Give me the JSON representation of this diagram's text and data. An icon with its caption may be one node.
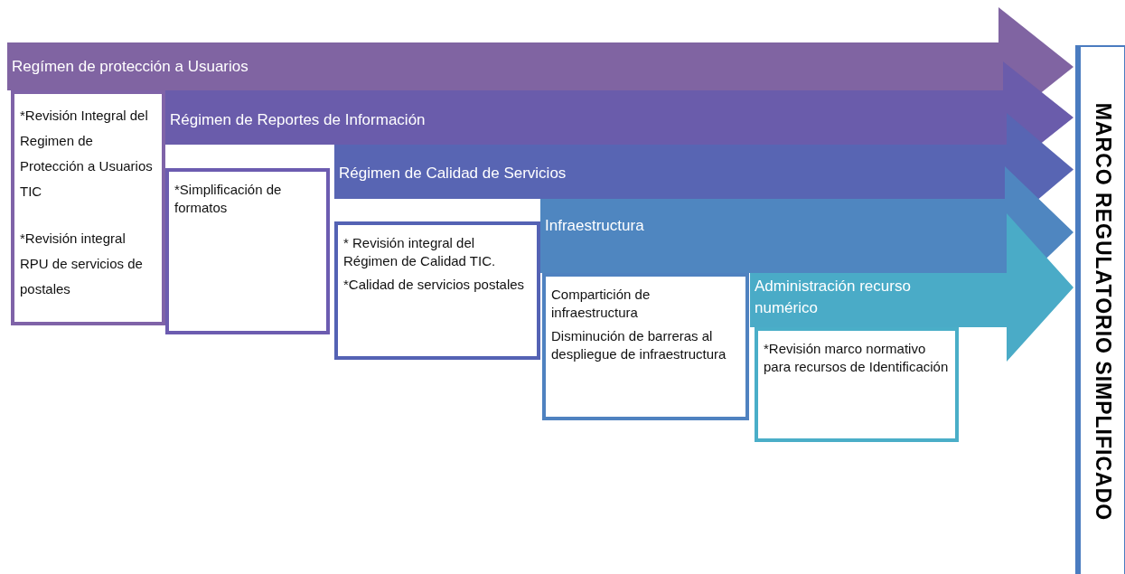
{
  "diagram": {
    "nodes": [
      {
        "text": [
          "Regímen de protección a Usuarios"
        ]
      },
      {
        "text": [
          "*Revisión Integral del Regimen de Protección a Usuarios TIC",
          "*Revisión integral RPU de servicios de postales"
        ]
      },
      {
        "text": [
          "Régimen de Reportes de Información"
        ]
      },
      {
        "text": [
          "*Simplificación de formatos"
        ]
      },
      {
        "text": [
          "Régimen de Calidad de Servicios"
        ]
      },
      {
        "text": [
          "* Revisión integral del Régimen de Calidad TIC.",
          "*Calidad de servicios postales"
        ]
      },
      {
        "text": [
          "Infraestructura"
        ]
      },
      {
        "text": [
          "Compartición de infraestructura",
          "Disminución de barreras al despliegue de infraestructura"
        ]
      },
      {
        "text": [
          "Administración recurso numérico"
        ]
      },
      {
        "text": [
          "*Revisión marco normativo para recursos de Identificación"
        ]
      },
      {
        "text": [
          "MARCO REGULATORIO SIMPLIFICADO"
        ]
      }
    ],
    "edges": [
      {
        "from": 0,
        "to": 10,
        "arrow": "to"
      },
      {
        "from": 2,
        "to": 10,
        "arrow": "to"
      },
      {
        "from": 4,
        "to": 10,
        "arrow": "to"
      },
      {
        "from": 6,
        "to": 10,
        "arrow": "to"
      },
      {
        "from": 8,
        "to": 10,
        "arrow": "to"
      }
    ]
  }
}
